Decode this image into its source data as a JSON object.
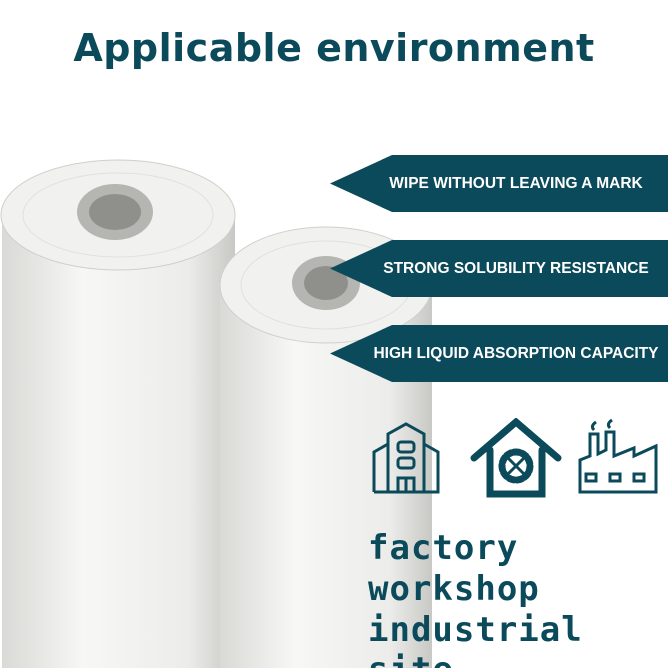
{
  "title": "Applicable environment",
  "features": [
    "WIPE WITHOUT LEAVING A MARK",
    "STRONG SOLUBILITY RESISTANCE",
    "HIGH LIQUID ABSORPTION CAPACITY"
  ],
  "icons": [
    "building-icon",
    "house-gear-icon",
    "factory-icon"
  ],
  "environments": [
    "factory",
    "workshop",
    "industrial site"
  ],
  "colors": {
    "brand": "#0b4a5a"
  }
}
